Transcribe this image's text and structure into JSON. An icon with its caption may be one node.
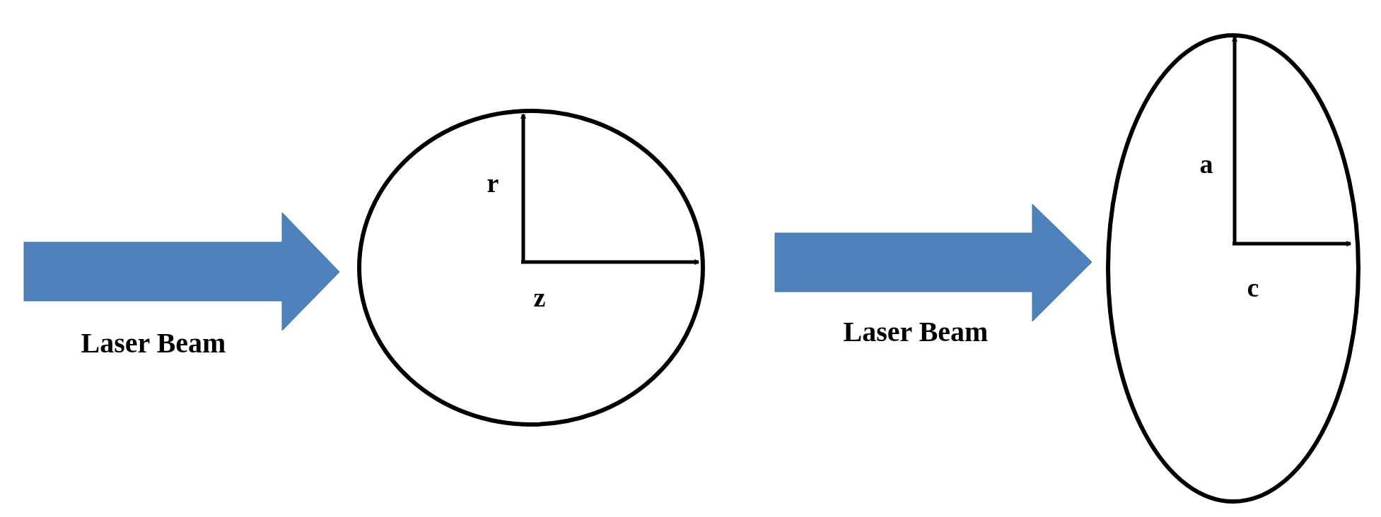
{
  "diagram": {
    "labels": [
      "Laser Beam",
      "r",
      "z",
      "Laser Beam",
      "a",
      "c"
    ]
  }
}
